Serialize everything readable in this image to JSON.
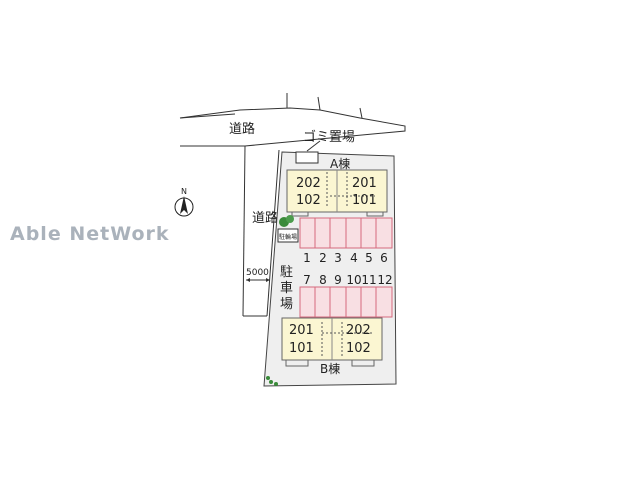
{
  "watermark": "Able NetWork",
  "roads": {
    "top": "道路",
    "left": "道路"
  },
  "garbage": "ゴミ置場",
  "building_a": {
    "label": "A棟",
    "left_top": "202",
    "left_bottom": "102",
    "right_top": "201",
    "right_bottom": "101"
  },
  "building_b": {
    "label": "B棟",
    "left_top": "201",
    "left_bottom": "101",
    "right_top": "202",
    "right_bottom": "102"
  },
  "bicycle": "駐輪場",
  "parking": {
    "label_chars": [
      "駐",
      "車",
      "場"
    ],
    "row1": [
      "1",
      "2",
      "3",
      "4",
      "5",
      "6"
    ],
    "row2": [
      "7",
      "8",
      "9",
      "10",
      "11",
      "12"
    ]
  },
  "dimension": "5000",
  "north": "N",
  "colors": {
    "building": "#fbf6d2",
    "parking": "#f8dfe3",
    "parking_stroke": "#d66a7c",
    "lot": "#efefef"
  }
}
